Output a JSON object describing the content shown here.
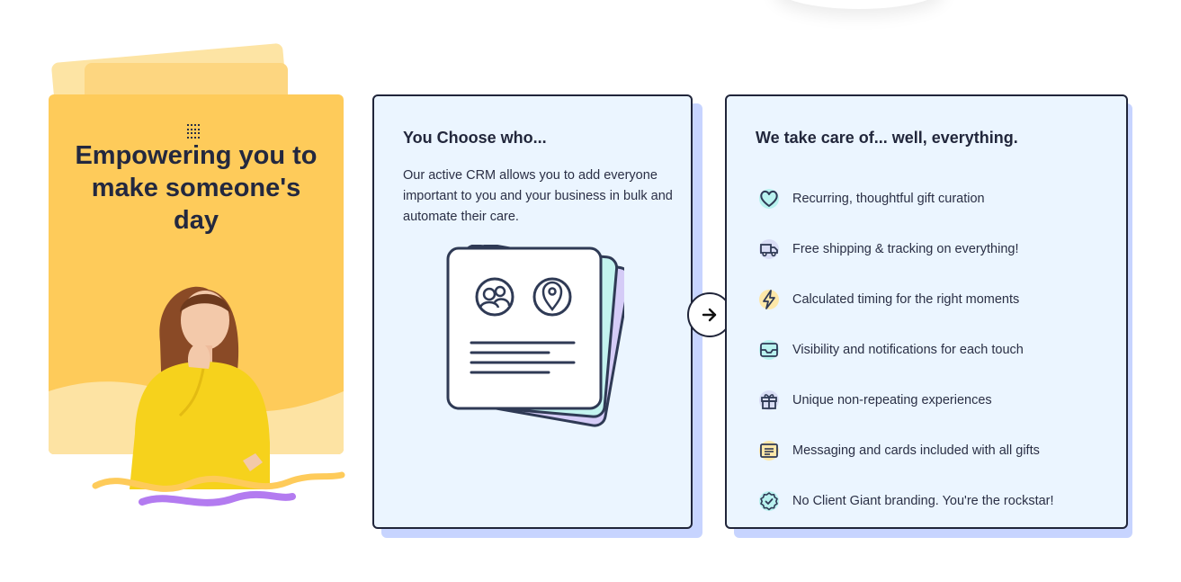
{
  "hero": {
    "headline": "Empowering you to make someone's day"
  },
  "choose_card": {
    "title": "You Choose who...",
    "description": "Our active CRM allows you to add everyone important to you and your business in bulk and automate their care."
  },
  "next_button": {
    "icon": "arrow-right-icon"
  },
  "care_card": {
    "title": "We take care of... well, everything.",
    "features": [
      {
        "label": "Recurring, thoughtful gift curation",
        "icon": "heart-icon",
        "accent": "#b9f2ef"
      },
      {
        "label": "Free shipping & tracking on everything!",
        "icon": "truck-icon",
        "accent": "#d9ddf5"
      },
      {
        "label": "Calculated timing for the right moments",
        "icon": "lightning-icon",
        "accent": "#fde7a8"
      },
      {
        "label": "Visibility and notifications for each touch",
        "icon": "inbox-icon",
        "accent": "#b9f2ef"
      },
      {
        "label": "Unique non-repeating experiences",
        "icon": "gift-icon",
        "accent": "#d9ddf5"
      },
      {
        "label": "Messaging and cards included with all gifts",
        "icon": "card-icon",
        "accent": "#fde7a8"
      },
      {
        "label": "No Client Giant branding. You're the rockstar!",
        "icon": "verified-badge-icon",
        "accent": "#b9f2ef"
      }
    ]
  },
  "colors": {
    "accent_yellow": "#fecb5a",
    "card_background": "#ebf5ff",
    "card_shadow": "#c7d4ff",
    "border": "#20253a"
  }
}
